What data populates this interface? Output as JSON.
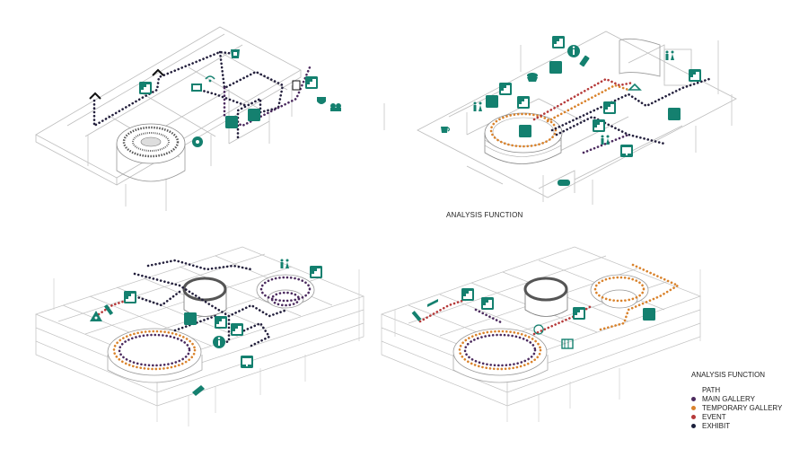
{
  "captions": {
    "top_right": "ANALYSIS FUNCTION"
  },
  "legend": {
    "title": "ANALYSIS FUNCTION",
    "items": [
      {
        "label": "PATH",
        "color": ""
      },
      {
        "label": "MAIN GALLERY",
        "color": "#4b2a5e"
      },
      {
        "label": "TEMPORARY GALLERY",
        "color": "#d9822b"
      },
      {
        "label": "EVENT",
        "color": "#b63a3a"
      },
      {
        "label": "EXHIBIT",
        "color": "#1b1f3b"
      }
    ]
  },
  "colors": {
    "icon_teal": "#14806f",
    "line_gray": "#b9b9b9",
    "path_dark": "#231f3c",
    "gallery_orange": "#d9822b",
    "event_red": "#b63a3a",
    "main_purple": "#4b2a5e"
  },
  "icons": [
    "stairs-icon",
    "toilet-icon",
    "info-icon",
    "cafe-icon",
    "shop-icon",
    "exhibit-icon",
    "screen-icon",
    "telescope-icon",
    "elevator-icon",
    "bench-icon"
  ]
}
